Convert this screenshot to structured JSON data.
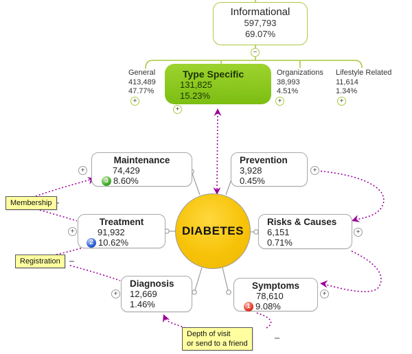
{
  "root": {
    "label": "DIABETES"
  },
  "informational": {
    "title": "Informational",
    "value": "597,793",
    "percent": "69.07%"
  },
  "info_children": [
    {
      "title": "General",
      "value": "413,489",
      "percent": "47.77%",
      "highlighted": false
    },
    {
      "title": "Type Specific",
      "value": "131,825",
      "percent": "15.23%",
      "highlighted": true
    },
    {
      "title": "Organizations",
      "value": "38,993",
      "percent": "4.51%",
      "highlighted": false
    },
    {
      "title": "Lifestyle Related",
      "value": "11,614",
      "percent": "1.34%",
      "highlighted": false
    }
  ],
  "subtopics": [
    {
      "title": "Maintenance",
      "value": "74,429",
      "percent": "8.60%",
      "badge": "3",
      "badge_color": "green"
    },
    {
      "title": "Prevention",
      "value": "3,928",
      "percent": "0.45%"
    },
    {
      "title": "Treatment",
      "value": "91,932",
      "percent": "10.62%",
      "badge": "2",
      "badge_color": "blue"
    },
    {
      "title": "Risks & Causes",
      "value": "6,151",
      "percent": "0.71%"
    },
    {
      "title": "Diagnosis",
      "value": "12,669",
      "percent": "1.46%"
    },
    {
      "title": "Symptoms",
      "value": "78,610",
      "percent": "9.08%",
      "badge": "1",
      "badge_color": "red"
    }
  ],
  "callouts": [
    {
      "text": "Membership"
    },
    {
      "text": "Registration"
    },
    {
      "line1": "Depth of visit",
      "line2": "or send to a friend"
    }
  ],
  "icons": {
    "collapse": "−",
    "expand": "+"
  },
  "colors": {
    "branch_green": "#a9c93f",
    "highlight_green": "#85c220",
    "center_gold": "#f7c309",
    "callout_yellow": "#ffffa0",
    "connector_purple": "#990099",
    "line_gray": "#9a9a9a",
    "badge_green": "#3fae2a",
    "badge_blue": "#2b5fd9",
    "badge_red": "#e8392b"
  }
}
